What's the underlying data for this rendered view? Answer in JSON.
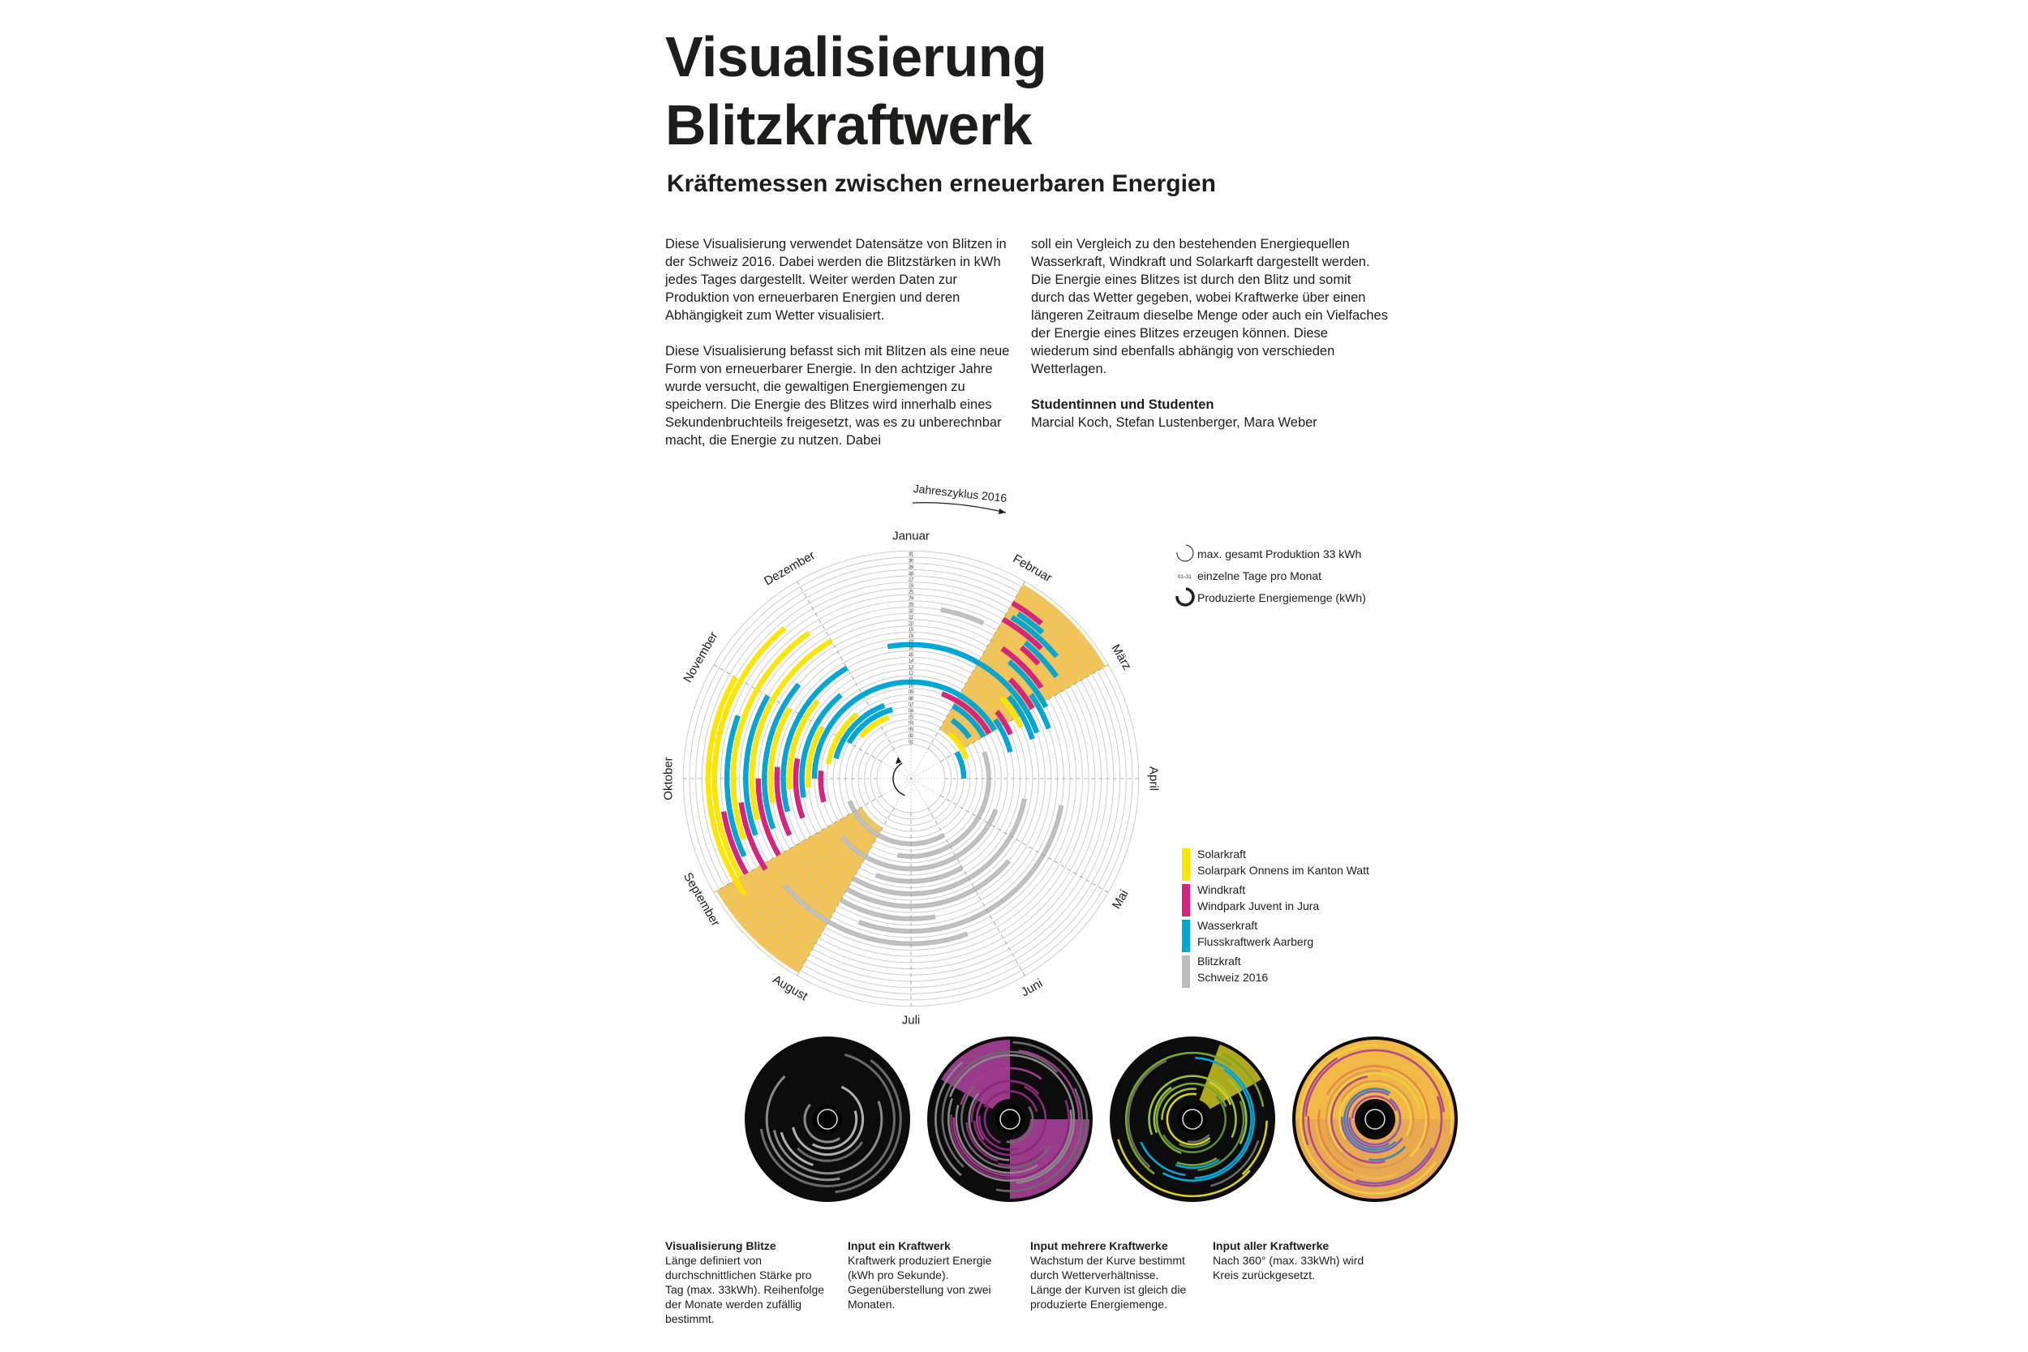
{
  "header": {
    "title_line1": "Visualisierung",
    "title_line2": "Blitzkraftwerk",
    "subtitle": "Kräftemessen zwischen erneuerbaren Energien"
  },
  "intro": {
    "paragraph1": "Diese Visualisierung verwendet Datensätze von Blitzen in der Schweiz 2016. Dabei werden die Blitzstärken in kWh jedes Tages dargestellt. Weiter werden Daten zur Produktion von erneuerbaren Energien und deren Abhängigkeit zum Wetter visualisiert.",
    "paragraph2": "Diese Visualisierung befasst sich mit Blitzen als eine neue Form von erneuerbarer Energie. In den achtziger Jahre wurde versucht, die gewaltigen Energiemengen zu speichern. Die Energie des Blitzes wird innerhalb eines Sekundenbruchteils freigesetzt, was es zu unberechnbar macht, die Energie zu nutzen. Dabei",
    "paragraph3": "soll ein Vergleich zu den bestehenden Energiequellen Wasserkraft, Windkraft und Solarkarft dargestellt werden. Die Energie eines Blitzes ist durch den Blitz und somit durch das Wetter gegeben, wobei Kraftwerke über einen längeren Zeitraum dieselbe Menge oder auch ein Vielfaches der Energie eines Blitzes erzeugen können. Diese wiederum sind ebenfalls abhängig von verschieden Wetterlagen.",
    "credits_heading": "Studentinnen und Studenten",
    "credits_names": "Marcial Koch, Stefan Lustenberger, Mara Weber"
  },
  "diagram": {
    "cycle_label": "Jahreszyklus 2016",
    "months": [
      "Januar",
      "Februar",
      "März",
      "April",
      "Mai",
      "Juni",
      "Juli",
      "August",
      "September",
      "Oktober",
      "November",
      "Dezember"
    ],
    "day_ticks": [
      "31",
      "30",
      "29",
      "28",
      "27",
      "26",
      "25",
      "24",
      "23",
      "22",
      "21",
      "20",
      "19",
      "18",
      "17",
      "16",
      "15",
      "14",
      "13",
      "12",
      "11",
      "10",
      "09",
      "08",
      "07",
      "06",
      "05",
      "04",
      "03",
      "02",
      "01"
    ],
    "colors": {
      "solar": "#ffe600",
      "wind": "#d6257f",
      "water": "#00a6d6",
      "lightning": "#bdbdbd",
      "segment": "#f5c041",
      "ring": "#c8c8c8"
    }
  },
  "legend_top": [
    {
      "icon": "thin-circle-icon",
      "label": "max. gesamt Produktion 33 kWh"
    },
    {
      "icon": "day-range-icon",
      "icon_text": "01–31",
      "label": "einzelne Tage pro Monat"
    },
    {
      "icon": "thick-circle-icon",
      "label": "Produzierte Energiemenge (kWh)"
    }
  ],
  "legend_sources": [
    {
      "color": "#ffe600",
      "name": "Solarkraft",
      "source": "Solarpark Onnens im Kanton Watt"
    },
    {
      "color": "#d6257f",
      "name": "Windkraft",
      "source": "Windpark Juvent in Jura"
    },
    {
      "color": "#00a6d6",
      "name": "Wasserkraft",
      "source": "Flusskraftwerk Aarberg"
    },
    {
      "color": "#bdbdbd",
      "name": "Blitzkraft",
      "source": "Schweiz 2016"
    }
  ],
  "captions": [
    {
      "title": "Visualisierung Blitze",
      "text": "Länge definiert von durchschnittlichen Stärke pro Tag (max. 33kWh). Reihenfolge der Monate werden zufällig bestimmt."
    },
    {
      "title": "Input ein Kraftwerk",
      "text": "Kraftwerk produziert Energie (kWh pro Sekunde). Gegenüberstellung von zwei Monaten."
    },
    {
      "title": "Input mehrere Kraftwerke",
      "text": "Wachstum der Kurve bestimmt durch Wetterverhältnisse. Länge der Kurven ist gleich die produzierte Energiemenge."
    },
    {
      "title": "Input aller Kraftwerke",
      "text": "Nach 360° (max. 33kWh) wird Kreis zurückgesetzt."
    }
  ]
}
